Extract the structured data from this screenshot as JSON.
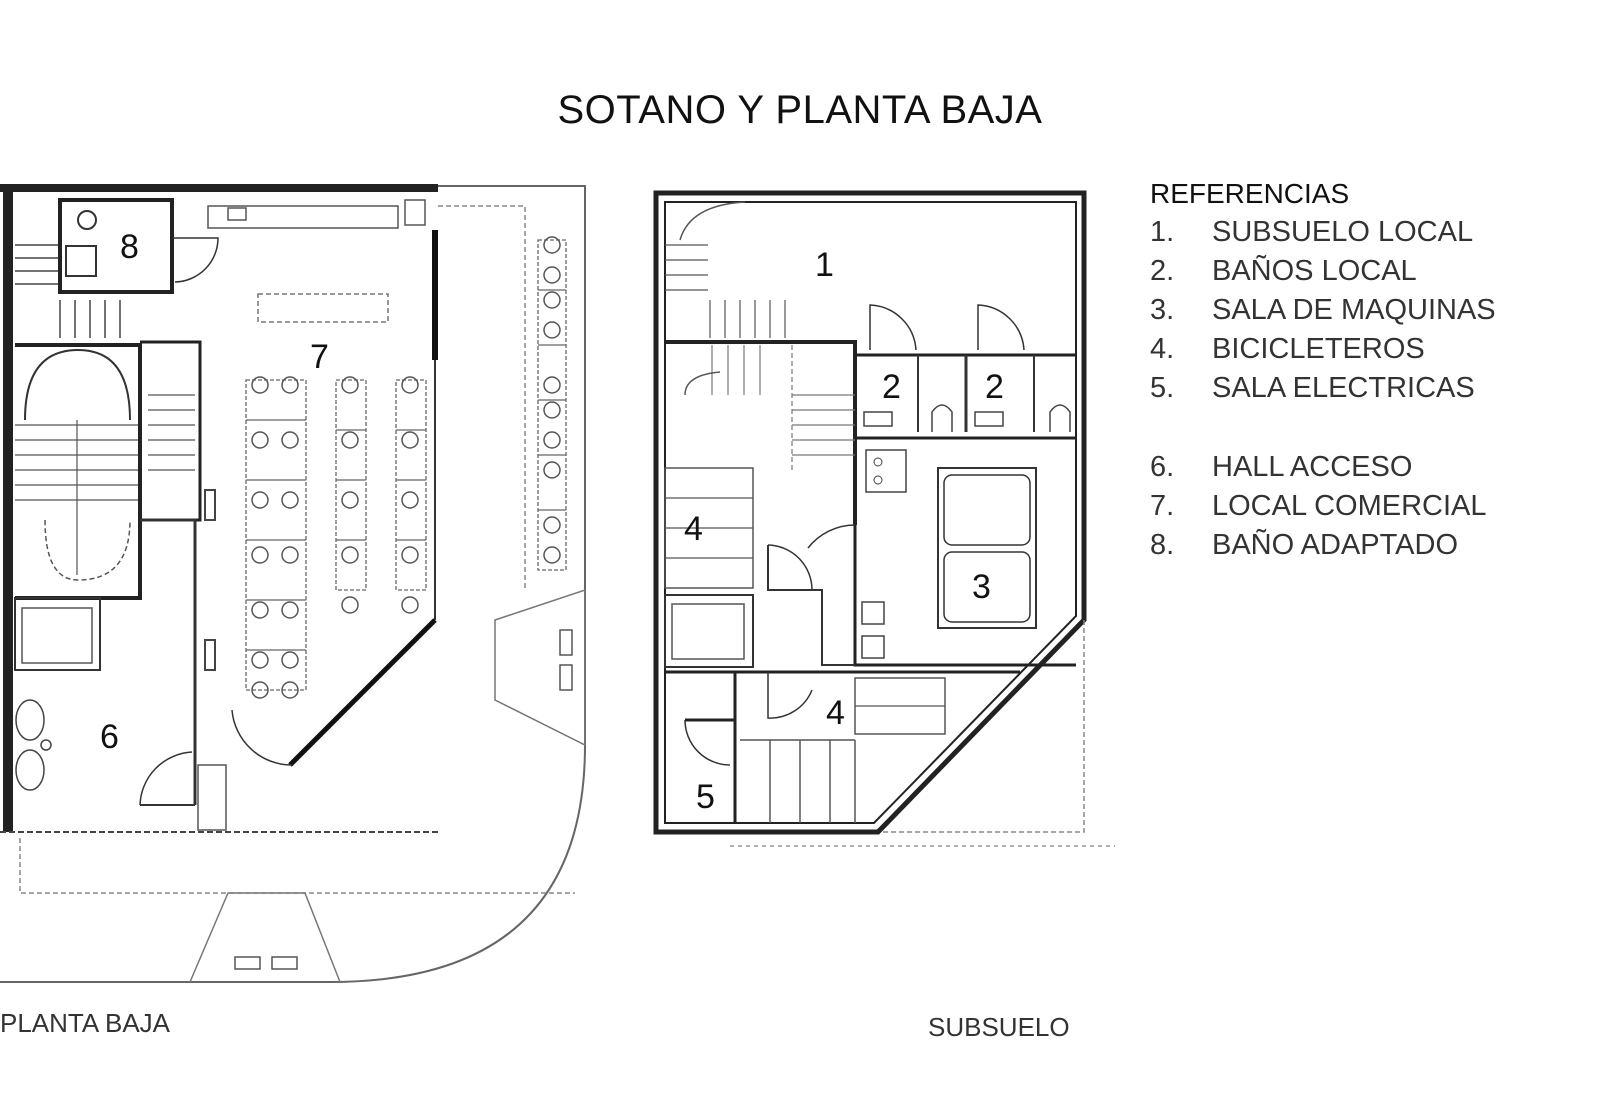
{
  "title": "SOTANO Y PLANTA BAJA",
  "legend": {
    "heading": "REFERENCIAS",
    "items": [
      {
        "num": "1.",
        "label": "SUBSUELO LOCAL"
      },
      {
        "num": "2.",
        "label": "BAÑOS LOCAL"
      },
      {
        "num": "3.",
        "label": "SALA DE MAQUINAS"
      },
      {
        "num": "4.",
        "label": "BICICLETEROS"
      },
      {
        "num": "5.",
        "label": "SALA ELECTRICAS"
      },
      {
        "num": "6.",
        "label": "HALL ACCESO"
      },
      {
        "num": "7.",
        "label": "LOCAL COMERCIAL"
      },
      {
        "num": "8.",
        "label": "BAÑO ADAPTADO"
      }
    ]
  },
  "captions": {
    "ground_floor": "PLANTA BAJA",
    "basement": "SUBSUELO"
  },
  "ground_floor_rooms": {
    "r6": "6",
    "r7": "7",
    "r8": "8"
  },
  "basement_rooms": {
    "r1": "1",
    "r2a": "2",
    "r2b": "2",
    "r3": "3",
    "r4a": "4",
    "r4b": "4",
    "r5": "5"
  }
}
